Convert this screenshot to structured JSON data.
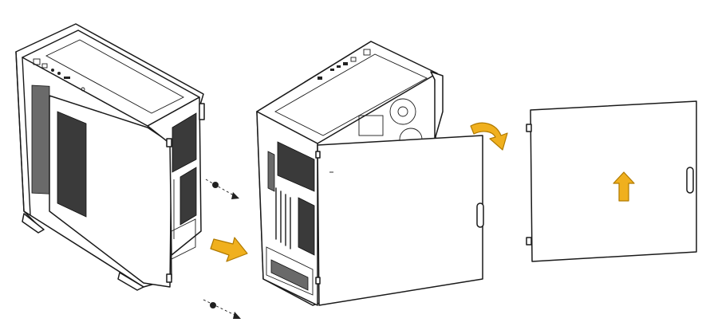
{
  "figure": {
    "steps": [
      {
        "id": "remove-screws",
        "arrow_color": "#f0b01e"
      },
      {
        "id": "swing-panel-open",
        "arrow_color": "#f0b01e"
      },
      {
        "id": "lift-panel-off",
        "arrow_color": "#f0b01e"
      }
    ],
    "colors": {
      "line": "#1a1a1a",
      "arrow_fill": "#f0b01e",
      "mesh": "#3a3a3a",
      "background": "#ffffff"
    },
    "icons": [
      "screw-icon",
      "pull-direction-arrow",
      "rotate-arrow",
      "lift-arrow",
      "hinge-icon",
      "handle-icon"
    ]
  }
}
